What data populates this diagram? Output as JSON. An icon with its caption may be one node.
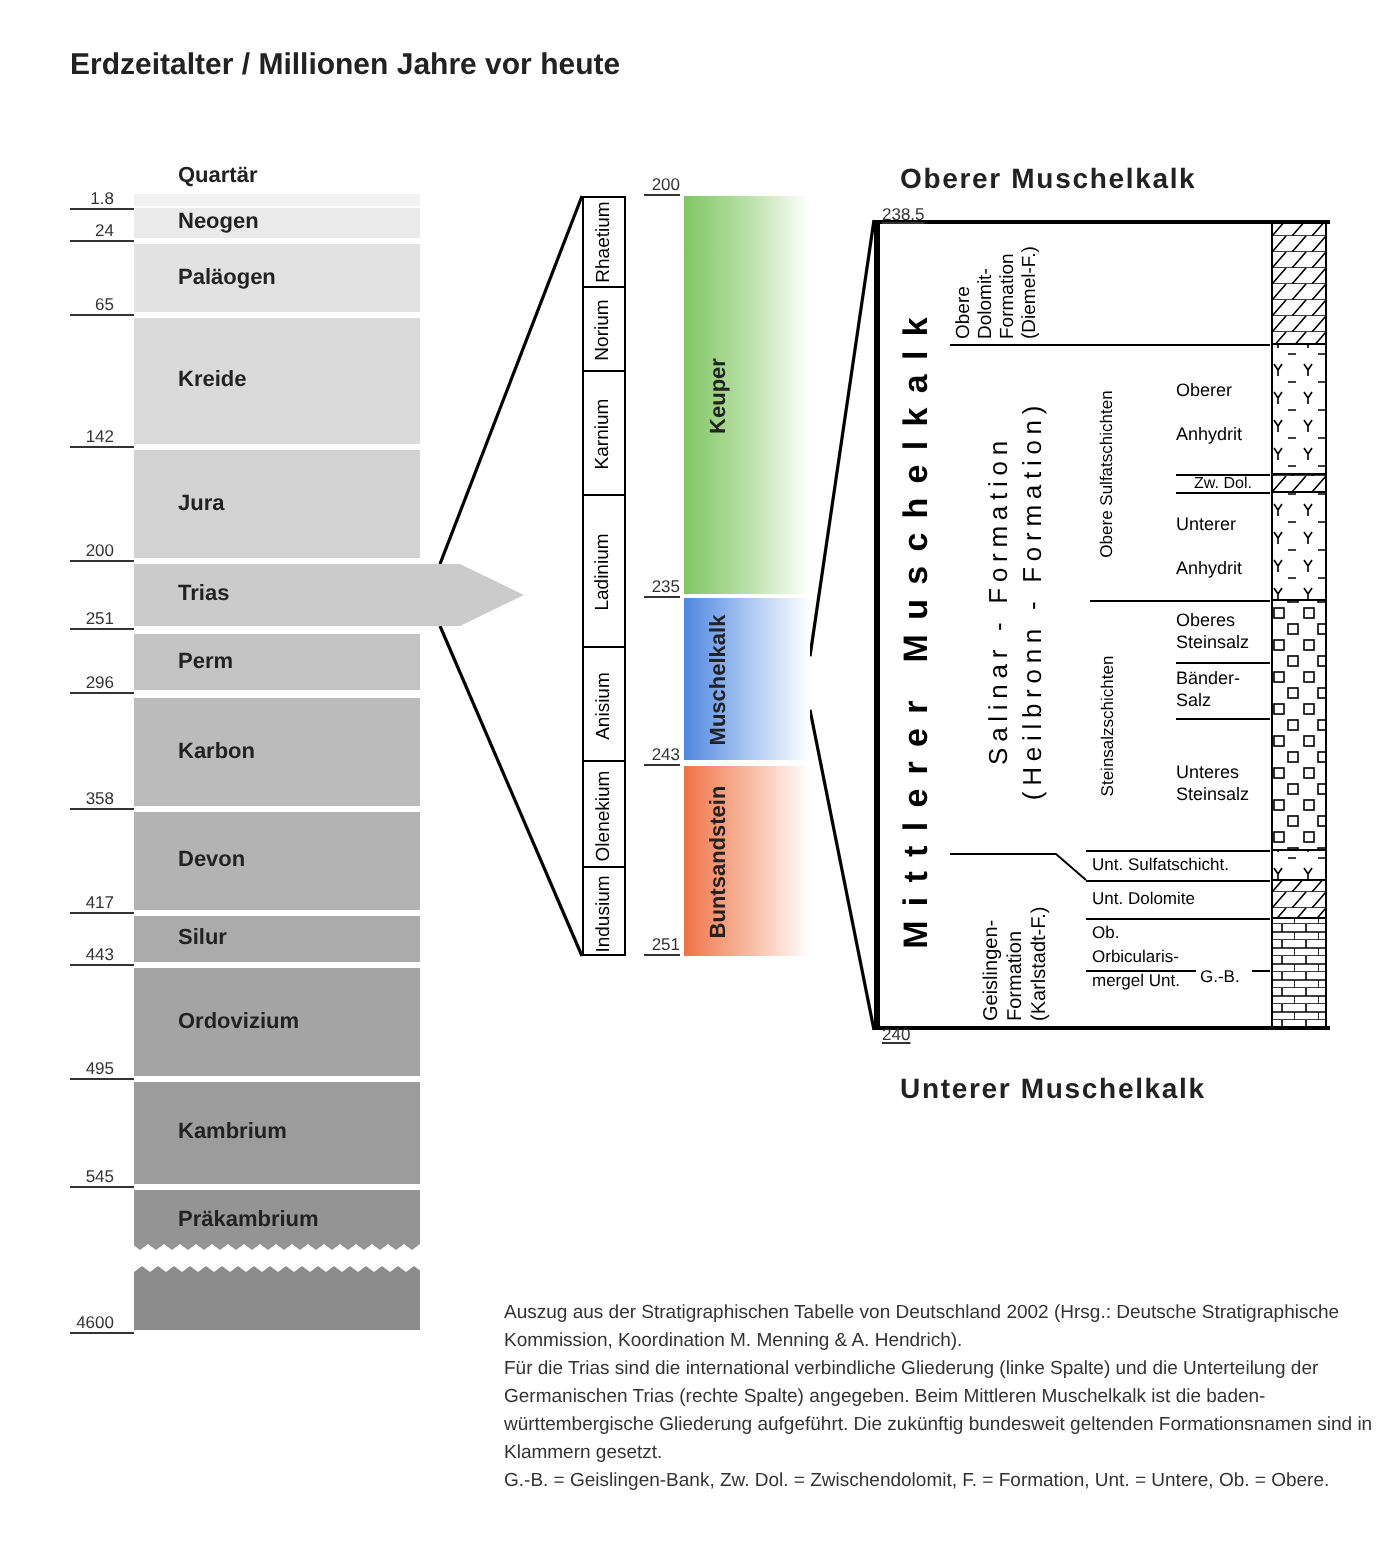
{
  "diagram": {
    "title": "Erdzeitalter / Millionen Jahre vor heute",
    "caption": "Auszug aus der Stratigraphischen Tabelle von Deutschland 2002 (Hrsg.: Deutsche Stratigraphische Kommission, Koordination M. Menning & A. Hendrich).",
    "nodes": [
      {
        "text": [
          "Quartär"
        ],
        "beside": [
          "1.8"
        ]
      },
      {
        "text": [
          "Neogen"
        ],
        "beside": [
          "24"
        ]
      },
      {
        "text": [
          "Paläogen"
        ],
        "beside": [
          "65"
        ]
      },
      {
        "text": [
          "Kreide"
        ],
        "beside": [
          "142"
        ]
      },
      {
        "text": [
          "Jura"
        ],
        "beside": [
          "200"
        ]
      },
      {
        "text": [
          "Trias"
        ],
        "beside": [
          "251"
        ]
      },
      {
        "text": [
          "Perm"
        ],
        "beside": [
          "296"
        ]
      },
      {
        "text": [
          "Karbon"
        ],
        "beside": [
          "358"
        ]
      },
      {
        "text": [
          "Devon"
        ],
        "beside": [
          "417"
        ]
      },
      {
        "text": [
          "Silur"
        ],
        "beside": [
          "443"
        ]
      },
      {
        "text": [
          "Ordovizium"
        ],
        "beside": [
          "495"
        ]
      },
      {
        "text": [
          "Kambrium"
        ],
        "beside": [
          "545"
        ]
      },
      {
        "text": [
          "Präkambrium"
        ]
      },
      {
        "text": [],
        "shape": "bar",
        "beside": [
          "4600"
        ]
      },
      {
        "text": [],
        "shape": "box"
      },
      {
        "text": [
          "Rhaetium"
        ],
        "in": 14
      },
      {
        "text": [
          "Norium"
        ],
        "in": 14
      },
      {
        "text": [
          "Karnium"
        ],
        "in": 14
      },
      {
        "text": [
          "Ladinium"
        ],
        "in": 14
      },
      {
        "text": [
          "Anisium"
        ],
        "in": 14
      },
      {
        "text": [
          "Olenekium"
        ],
        "in": 14
      },
      {
        "text": [
          "Indusium"
        ],
        "in": 14
      },
      {
        "text": [
          "Keuper"
        ],
        "beside": [
          "200"
        ]
      },
      {
        "text": [
          "Muschelkalk"
        ],
        "beside": [
          "235"
        ]
      },
      {
        "text": [
          "Buntsandstein"
        ],
        "beside": [
          "243",
          "251"
        ]
      },
      {
        "text": [],
        "shape": "box"
      },
      {
        "text": [
          "Mittlerer Muschelkalk"
        ],
        "in": 25
      },
      {
        "text": [
          "Obere Dolomit-Formation (Diemel-F.)"
        ],
        "in": 25
      },
      {
        "text": [
          "Salinar - Formation (Heilbronn - Formation)"
        ],
        "in": 25
      },
      {
        "text": [
          "Obere Sulfatschichten"
        ],
        "in": 25
      },
      {
        "text": [
          "Oberer Anhydrit"
        ],
        "in": 25
      },
      {
        "text": [
          "Zw. Dol."
        ],
        "in": 25
      },
      {
        "text": [
          "Unterer Anhydrit"
        ],
        "in": 25
      },
      {
        "text": [
          "Steinsalzschichten"
        ],
        "in": 25
      },
      {
        "text": [
          "Oberes Steinsalz"
        ],
        "in": 25
      },
      {
        "text": [
          "Bänder-Salz"
        ],
        "in": 25
      },
      {
        "text": [
          "Unteres Steinsalz"
        ],
        "in": 25
      },
      {
        "text": [
          "Geislingen-Formation (Karlstadt-F.)"
        ],
        "in": 25
      },
      {
        "text": [
          "Unt. Sulfatschicht."
        ],
        "in": 25
      },
      {
        "text": [
          "Unt. Dolomite"
        ],
        "in": 25
      },
      {
        "text": [
          "Ob. Orbicularis-mergel Unt."
        ],
        "in": 25
      }
    ],
    "edges": [
      {
        "from": 5,
        "to": 14,
        "arrow": "none"
      },
      {
        "from": 5,
        "to": 14,
        "arrow": "none"
      },
      {
        "from": 23,
        "to": 25,
        "arrow": "none"
      },
      {
        "from": 23,
        "to": 25,
        "arrow": "none"
      }
    ],
    "labels": [
      "Oberer Muschelkalk",
      "238.5",
      "G.-B.",
      "240",
      "Unterer Muschelkalk",
      "Für die Trias sind die international verbindliche Gliederung (linke Spalte) und die Unterteilung der Germanischen Trias (rechte Spalte) angegeben. Beim Mittleren Muschelkalk ist die baden-württembergische Gliederung aufgeführt. Die zukünftig bundesweit geltenden Formationsnamen sind in Klammern gesetzt.",
      "G.-B. = Geislingen-Bank, Zw. Dol. = Zwischendolomit, F. = Formation, Unt. = Untere, Ob. = Obere."
    ]
  }
}
